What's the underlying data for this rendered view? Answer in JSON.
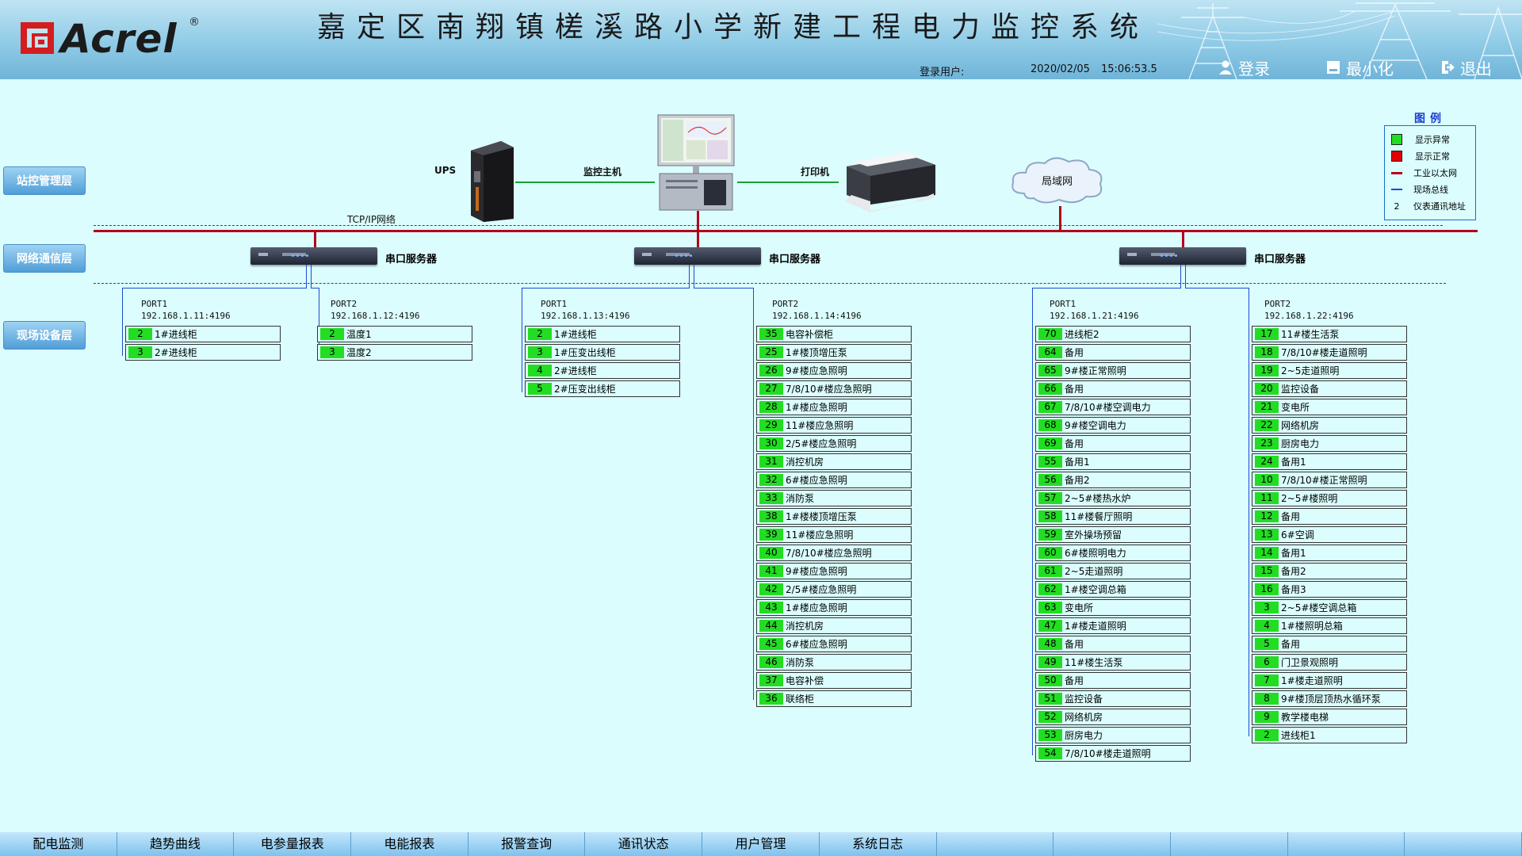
{
  "header": {
    "logo_text": "Acrel",
    "logo_reg": "®",
    "title": "嘉定区南翔镇槎溪路小学新建工程电力监控系统",
    "login_user_label": "登录用户:",
    "date": "2020/02/05",
    "time": "15:06:53.5",
    "btn_login": "登录",
    "btn_minimize": "最小化",
    "btn_exit": "退出"
  },
  "layers": {
    "station": "站控管理层",
    "network": "网络通信层",
    "field": "现场设备层"
  },
  "top_devices": {
    "ups": "UPS",
    "monitor": "监控主机",
    "printer": "打印机",
    "lan": "局域网",
    "tcpip": "TCP/IP网络"
  },
  "servers": [
    "串口服务器",
    "串口服务器",
    "串口服务器"
  ],
  "legend": {
    "title": "图例",
    "abnormal": "显示异常",
    "normal": "显示正常",
    "ethernet": "工业以太网",
    "fieldbus": "现场总线",
    "addr_num": "2",
    "addr": "仪表通讯地址"
  },
  "colors": {
    "normal_green": "#22dd22",
    "abnormal_red": "#e00000",
    "ethernet": "#b3001b",
    "fieldbus": "#1d4bd1"
  },
  "ports": [
    {
      "name": "PORT1",
      "ip": "192.168.1.11:4196",
      "items": [
        {
          "n": "2",
          "label": "1#进线柜"
        },
        {
          "n": "3",
          "label": "2#进线柜"
        }
      ]
    },
    {
      "name": "PORT2",
      "ip": "192.168.1.12:4196",
      "items": [
        {
          "n": "2",
          "label": "温度1"
        },
        {
          "n": "3",
          "label": "温度2"
        }
      ]
    },
    {
      "name": "PORT1",
      "ip": "192.168.1.13:4196",
      "items": [
        {
          "n": "2",
          "label": "1#进线柜"
        },
        {
          "n": "3",
          "label": "1#压变出线柜"
        },
        {
          "n": "4",
          "label": "2#进线柜"
        },
        {
          "n": "5",
          "label": "2#压变出线柜"
        }
      ]
    },
    {
      "name": "PORT2",
      "ip": "192.168.1.14:4196",
      "items": [
        {
          "n": "35",
          "label": "电容补偿柜"
        },
        {
          "n": "25",
          "label": "1#楼顶增压泵"
        },
        {
          "n": "26",
          "label": "9#楼应急照明"
        },
        {
          "n": "27",
          "label": "7/8/10#楼应急照明"
        },
        {
          "n": "28",
          "label": "1#楼应急照明"
        },
        {
          "n": "29",
          "label": "11#楼应急照明"
        },
        {
          "n": "30",
          "label": "2/5#楼应急照明"
        },
        {
          "n": "31",
          "label": "消控机房"
        },
        {
          "n": "32",
          "label": "6#楼应急照明"
        },
        {
          "n": "33",
          "label": "消防泵"
        },
        {
          "n": "38",
          "label": "1#楼楼顶增压泵"
        },
        {
          "n": "39",
          "label": "11#楼应急照明"
        },
        {
          "n": "40",
          "label": "7/8/10#楼应急照明"
        },
        {
          "n": "41",
          "label": "9#楼应急照明"
        },
        {
          "n": "42",
          "label": "2/5#楼应急照明"
        },
        {
          "n": "43",
          "label": "1#楼应急照明"
        },
        {
          "n": "44",
          "label": "消控机房"
        },
        {
          "n": "45",
          "label": "6#楼应急照明"
        },
        {
          "n": "46",
          "label": "消防泵"
        },
        {
          "n": "37",
          "label": "电容补偿"
        },
        {
          "n": "36",
          "label": "联络柜"
        }
      ]
    },
    {
      "name": "PORT1",
      "ip": "192.168.1.21:4196",
      "items": [
        {
          "n": "70",
          "label": "进线柜2"
        },
        {
          "n": "64",
          "label": "备用"
        },
        {
          "n": "65",
          "label": "9#楼正常照明"
        },
        {
          "n": "66",
          "label": "备用"
        },
        {
          "n": "67",
          "label": "7/8/10#楼空调电力"
        },
        {
          "n": "68",
          "label": "9#楼空调电力"
        },
        {
          "n": "69",
          "label": "备用"
        },
        {
          "n": "55",
          "label": "备用1"
        },
        {
          "n": "56",
          "label": "备用2"
        },
        {
          "n": "57",
          "label": "2~5#楼热水炉"
        },
        {
          "n": "58",
          "label": "11#楼餐厅照明"
        },
        {
          "n": "59",
          "label": "室外操场预留"
        },
        {
          "n": "60",
          "label": "6#楼照明电力"
        },
        {
          "n": "61",
          "label": "2~5走道照明"
        },
        {
          "n": "62",
          "label": "1#楼空调总箱"
        },
        {
          "n": "63",
          "label": "变电所"
        },
        {
          "n": "47",
          "label": "1#楼走道照明"
        },
        {
          "n": "48",
          "label": "备用"
        },
        {
          "n": "49",
          "label": "11#楼生活泵"
        },
        {
          "n": "50",
          "label": "备用"
        },
        {
          "n": "51",
          "label": "监控设备"
        },
        {
          "n": "52",
          "label": "网络机房"
        },
        {
          "n": "53",
          "label": "厨房电力"
        },
        {
          "n": "54",
          "label": "7/8/10#楼走道照明"
        }
      ]
    },
    {
      "name": "PORT2",
      "ip": "192.168.1.22:4196",
      "items": [
        {
          "n": "17",
          "label": "11#楼生活泵"
        },
        {
          "n": "18",
          "label": "7/8/10#楼走道照明"
        },
        {
          "n": "19",
          "label": "2~5走道照明"
        },
        {
          "n": "20",
          "label": "监控设备"
        },
        {
          "n": "21",
          "label": "变电所"
        },
        {
          "n": "22",
          "label": "网络机房"
        },
        {
          "n": "23",
          "label": "厨房电力"
        },
        {
          "n": "24",
          "label": "备用1"
        },
        {
          "n": "10",
          "label": "7/8/10#楼正常照明"
        },
        {
          "n": "11",
          "label": "2~5#楼照明"
        },
        {
          "n": "12",
          "label": "备用"
        },
        {
          "n": "13",
          "label": "6#空调"
        },
        {
          "n": "14",
          "label": "备用1"
        },
        {
          "n": "15",
          "label": "备用2"
        },
        {
          "n": "16",
          "label": "备用3"
        },
        {
          "n": "3",
          "label": "2~5#楼空调总箱"
        },
        {
          "n": "4",
          "label": "1#楼照明总箱"
        },
        {
          "n": "5",
          "label": "备用"
        },
        {
          "n": "6",
          "label": "门卫景观照明"
        },
        {
          "n": "7",
          "label": "1#楼走道照明"
        },
        {
          "n": "8",
          "label": "9#楼顶层顶热水循环泵"
        },
        {
          "n": "9",
          "label": "教学楼电梯"
        },
        {
          "n": "2",
          "label": "进线柜1"
        }
      ]
    }
  ],
  "nav": [
    "配电监测",
    "趋势曲线",
    "电参量报表",
    "电能报表",
    "报警查询",
    "通讯状态",
    "用户管理",
    "系统日志",
    "",
    "",
    "",
    "",
    ""
  ]
}
